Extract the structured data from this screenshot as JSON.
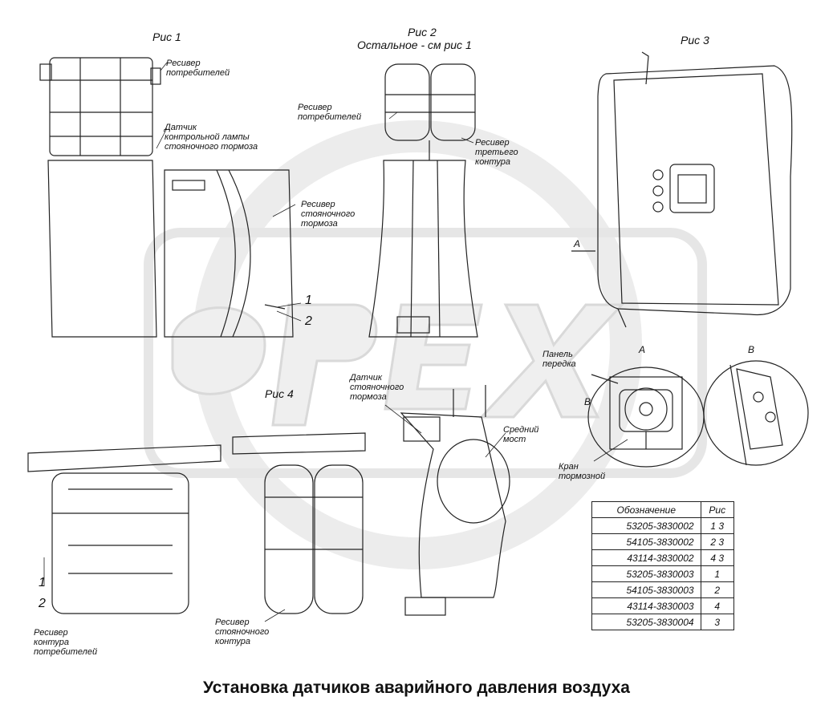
{
  "figures": {
    "fig1": "Рис 1",
    "fig2": "Рис 2",
    "fig2_note": "Остальное - см рис 1",
    "fig3": "Рис 3",
    "fig4": "Рис 4"
  },
  "labels": {
    "receiver_consumers_1": [
      "Ресивер",
      "потребителей"
    ],
    "sensor_lamp": [
      "Датчик",
      "контрольной лампы",
      "стояночного тормоза"
    ],
    "receiver_parking": [
      "Ресивер",
      "стояночного",
      "тормоза"
    ],
    "receiver_consumers_2": [
      "Ресивер",
      "потребителей"
    ],
    "receiver_third": [
      "Ресивер",
      "третьего",
      "контура"
    ],
    "sensor_parking": [
      "Датчик",
      "стояночного",
      "тормоза"
    ],
    "middle_axle": [
      "Средний",
      "мост"
    ],
    "panel": [
      "Панель",
      "передка"
    ],
    "brake_valve": [
      "Кран",
      "тормозной"
    ],
    "receiver_consumer_circuit": [
      "Ресивер",
      "контура",
      "потребителей"
    ],
    "receiver_parking_circuit": [
      "Ресивер",
      "стояночного",
      "контура"
    ],
    "view_a_1": "А",
    "view_a_2": "А",
    "view_b_1": "В",
    "view_b_2": "В",
    "pos1_a": "1",
    "pos2_a": "2",
    "pos1_b": "1",
    "pos2_b": "2"
  },
  "watermark": "OPEX",
  "table": {
    "headers": [
      "Обозначение",
      "Рис"
    ],
    "rows": [
      [
        "53205-3830002",
        "1 3"
      ],
      [
        "54105-3830002",
        "2 3"
      ],
      [
        "43114-3830002",
        "4 3"
      ],
      [
        "53205-3830003",
        "1"
      ],
      [
        "54105-3830003",
        "2"
      ],
      [
        "43114-3830003",
        "4"
      ],
      [
        "53205-3830004",
        "3"
      ]
    ]
  },
  "title": "Установка датчиков аварийного давления воздуха"
}
